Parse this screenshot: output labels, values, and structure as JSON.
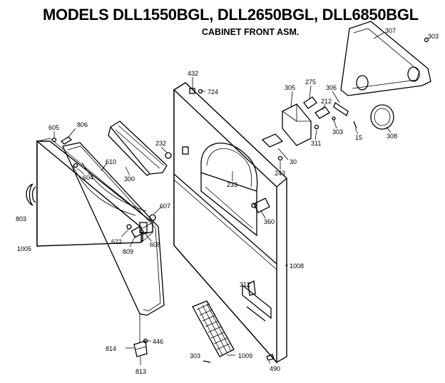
{
  "title": "MODELS DLL1550BGL, DLL2650BGL, DLL6850BGL",
  "subtitle": "CABINET FRONT ASM.",
  "parts": [
    {
      "key": "432",
      "label": "432"
    },
    {
      "key": "724",
      "label": "724"
    },
    {
      "key": "305a",
      "label": "305"
    },
    {
      "key": "275",
      "label": "275"
    },
    {
      "key": "306a",
      "label": "306"
    },
    {
      "key": "307",
      "label": "307"
    },
    {
      "key": "303a",
      "label": "303"
    },
    {
      "key": "605",
      "label": "605"
    },
    {
      "key": "806",
      "label": "806"
    },
    {
      "key": "232",
      "label": "232"
    },
    {
      "key": "610",
      "label": "610"
    },
    {
      "key": "604",
      "label": "604"
    },
    {
      "key": "300",
      "label": "300"
    },
    {
      "key": "212",
      "label": "212"
    },
    {
      "key": "303b",
      "label": "303"
    },
    {
      "key": "311",
      "label": "311"
    },
    {
      "key": "15",
      "label": "15"
    },
    {
      "key": "308",
      "label": "308"
    },
    {
      "key": "30",
      "label": "30"
    },
    {
      "key": "243",
      "label": "243"
    },
    {
      "key": "233",
      "label": "233"
    },
    {
      "key": "803",
      "label": "803"
    },
    {
      "key": "607",
      "label": "607"
    },
    {
      "key": "360",
      "label": "360"
    },
    {
      "key": "1005",
      "label": "1005"
    },
    {
      "key": "622",
      "label": "622"
    },
    {
      "key": "809",
      "label": "809"
    },
    {
      "key": "608",
      "label": "608"
    },
    {
      "key": "1008",
      "label": "1008"
    },
    {
      "key": "312",
      "label": "312"
    },
    {
      "key": "814",
      "label": "814"
    },
    {
      "key": "446",
      "label": "446"
    },
    {
      "key": "813",
      "label": "813"
    },
    {
      "key": "303c",
      "label": "303"
    },
    {
      "key": "1009",
      "label": "1009"
    },
    {
      "key": "490",
      "label": "490"
    }
  ]
}
